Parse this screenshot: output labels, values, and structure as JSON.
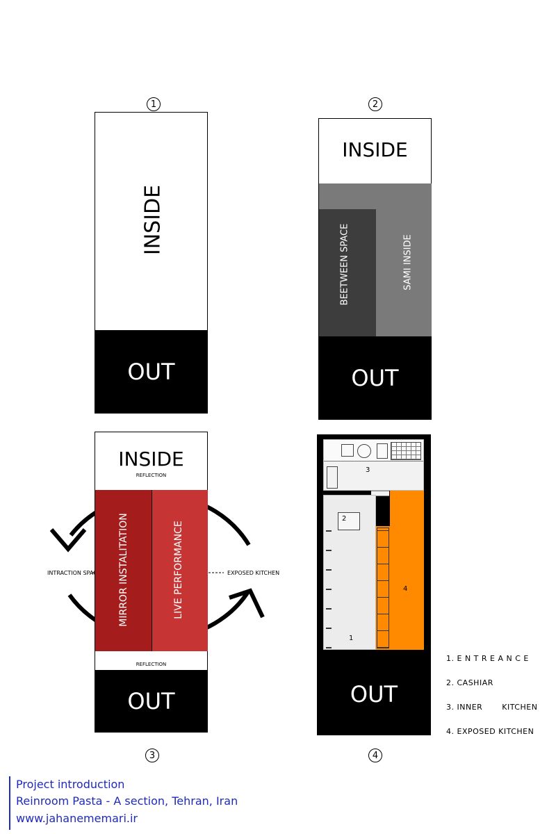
{
  "diagram1": {
    "number": "1",
    "inside_label": "INSIDE",
    "out_label": "OUT"
  },
  "diagram2": {
    "number": "2",
    "inside_label": "INSIDE",
    "between_label": "BEETWEEN SPACE",
    "semi_label": "SAMI INSIDE",
    "out_label": "OUT"
  },
  "diagram3": {
    "number": "3",
    "inside_label": "INSIDE",
    "reflection_top": "REFLECTION",
    "mirror_label": "MIRROR INSTALITATION",
    "live_label": "LIVE PERFORMANCE",
    "reflection_bottom": "REFLECTION",
    "interaction_label": "INTRACTION SPACE",
    "exposed_label": "EXPOSED KITCHEN",
    "out_label": "OUT"
  },
  "diagram4": {
    "number": "4",
    "room_numbers": [
      "1",
      "2",
      "3",
      "4"
    ],
    "out_label": "OUT",
    "legend": [
      "1. E N T R E A N C E",
      "2. CASHIAR",
      "3. INNER       KITCHEN",
      "4. EXPOSED KITCHEN"
    ]
  },
  "footer": {
    "line1": "Project introduction",
    "line2": "Reinroom Pasta - A section, Tehran, Iran",
    "line3": "www.jahanememari.ir"
  },
  "colors": {
    "dark_red": "#a51c1c",
    "red": "#c73434",
    "orange": "#ff8a00",
    "dark_gray": "#3d3d3d",
    "gray": "#7a7a7a",
    "footer_blue": "#1f2bb8"
  }
}
